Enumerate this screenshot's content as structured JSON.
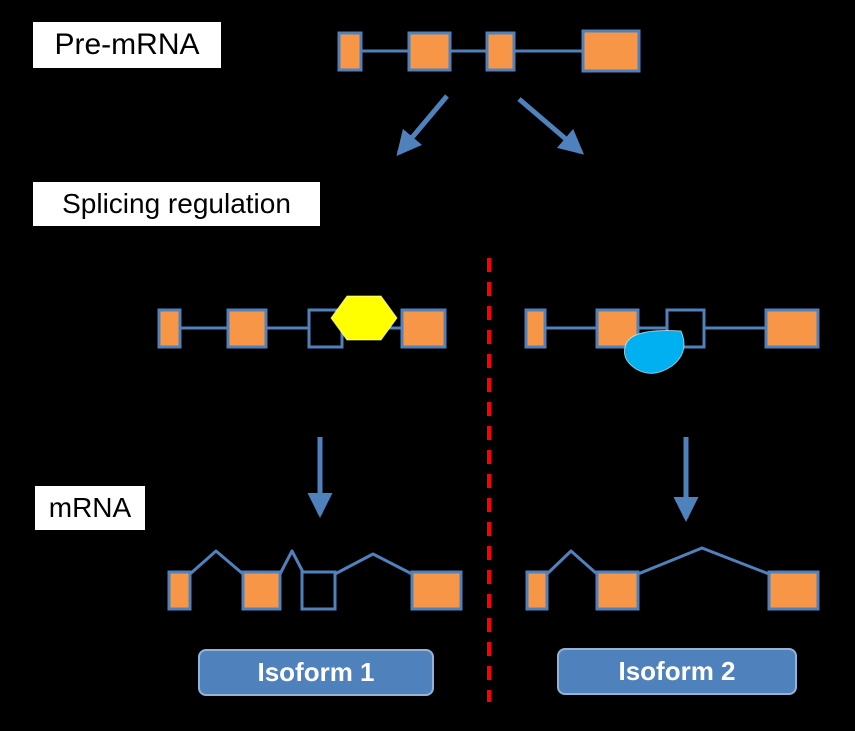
{
  "labels": {
    "pre_mrna": "Pre-mRNA",
    "splicing_regulation": "Splicing regulation",
    "mrna": "mRNA"
  },
  "isoforms": {
    "isoform1": "Isoform 1",
    "isoform2": "Isoform 2"
  },
  "icons": {
    "hexagon": "yellow-hexagon-splicing-factor",
    "droplet": "blue-droplet-splicing-factor",
    "arrows": [
      "arrow-down-left",
      "arrow-down-right",
      "arrow-down-isoform1",
      "arrow-down-isoform2"
    ],
    "divider": "red-dashed-divider-line"
  },
  "colors": {
    "background": "#000000",
    "exon_fill": "#F79646",
    "outline_blue": "#4F81BD",
    "arrow_blue": "#4F81BD",
    "hexagon_yellow": "#FFFF00",
    "droplet_blue": "#00B0F0",
    "divider_red": "#FF0000",
    "isoform_fill": "#4F81BD",
    "isoform_border": "#95B3D7",
    "isoform_text": "#FFFFFF",
    "label_bg": "#FFFFFF",
    "label_text": "#000000"
  }
}
